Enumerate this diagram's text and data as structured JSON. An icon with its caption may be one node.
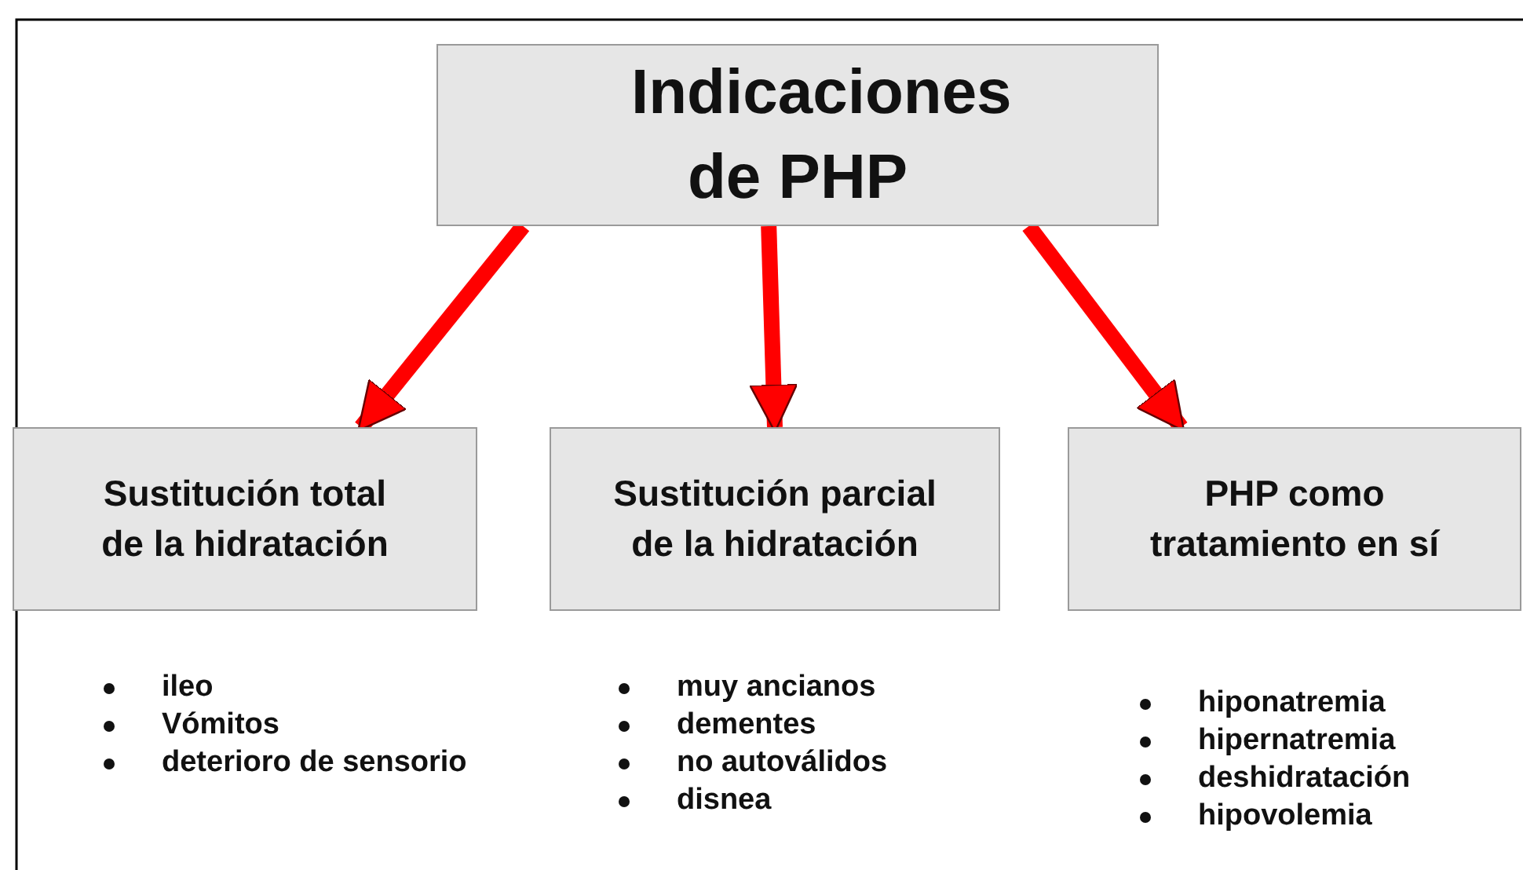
{
  "diagram": {
    "nodes": [
      {
        "text": [
          "Indicaciones de PHP"
        ]
      },
      {
        "text": [
          "Sustitución total de la hidratación"
        ],
        "beside": [
          "ileo",
          "Vómitos",
          "deterioro de sensorio"
        ]
      },
      {
        "text": [
          "Sustitución parcial de la hidratación"
        ],
        "beside": [
          "muy ancianos",
          "dementes",
          "no autoválidos",
          "disnea"
        ]
      },
      {
        "text": [
          "PHP como tratamiento en sí"
        ],
        "beside": [
          "hiponatremia",
          "hipernatremia",
          "deshidratación",
          "hipovolemia"
        ]
      }
    ],
    "edges": [
      {
        "from": 0,
        "to": 1,
        "arrow": "to"
      },
      {
        "from": 0,
        "to": 2,
        "arrow": "to"
      },
      {
        "from": 0,
        "to": 3,
        "arrow": "to"
      }
    ]
  }
}
